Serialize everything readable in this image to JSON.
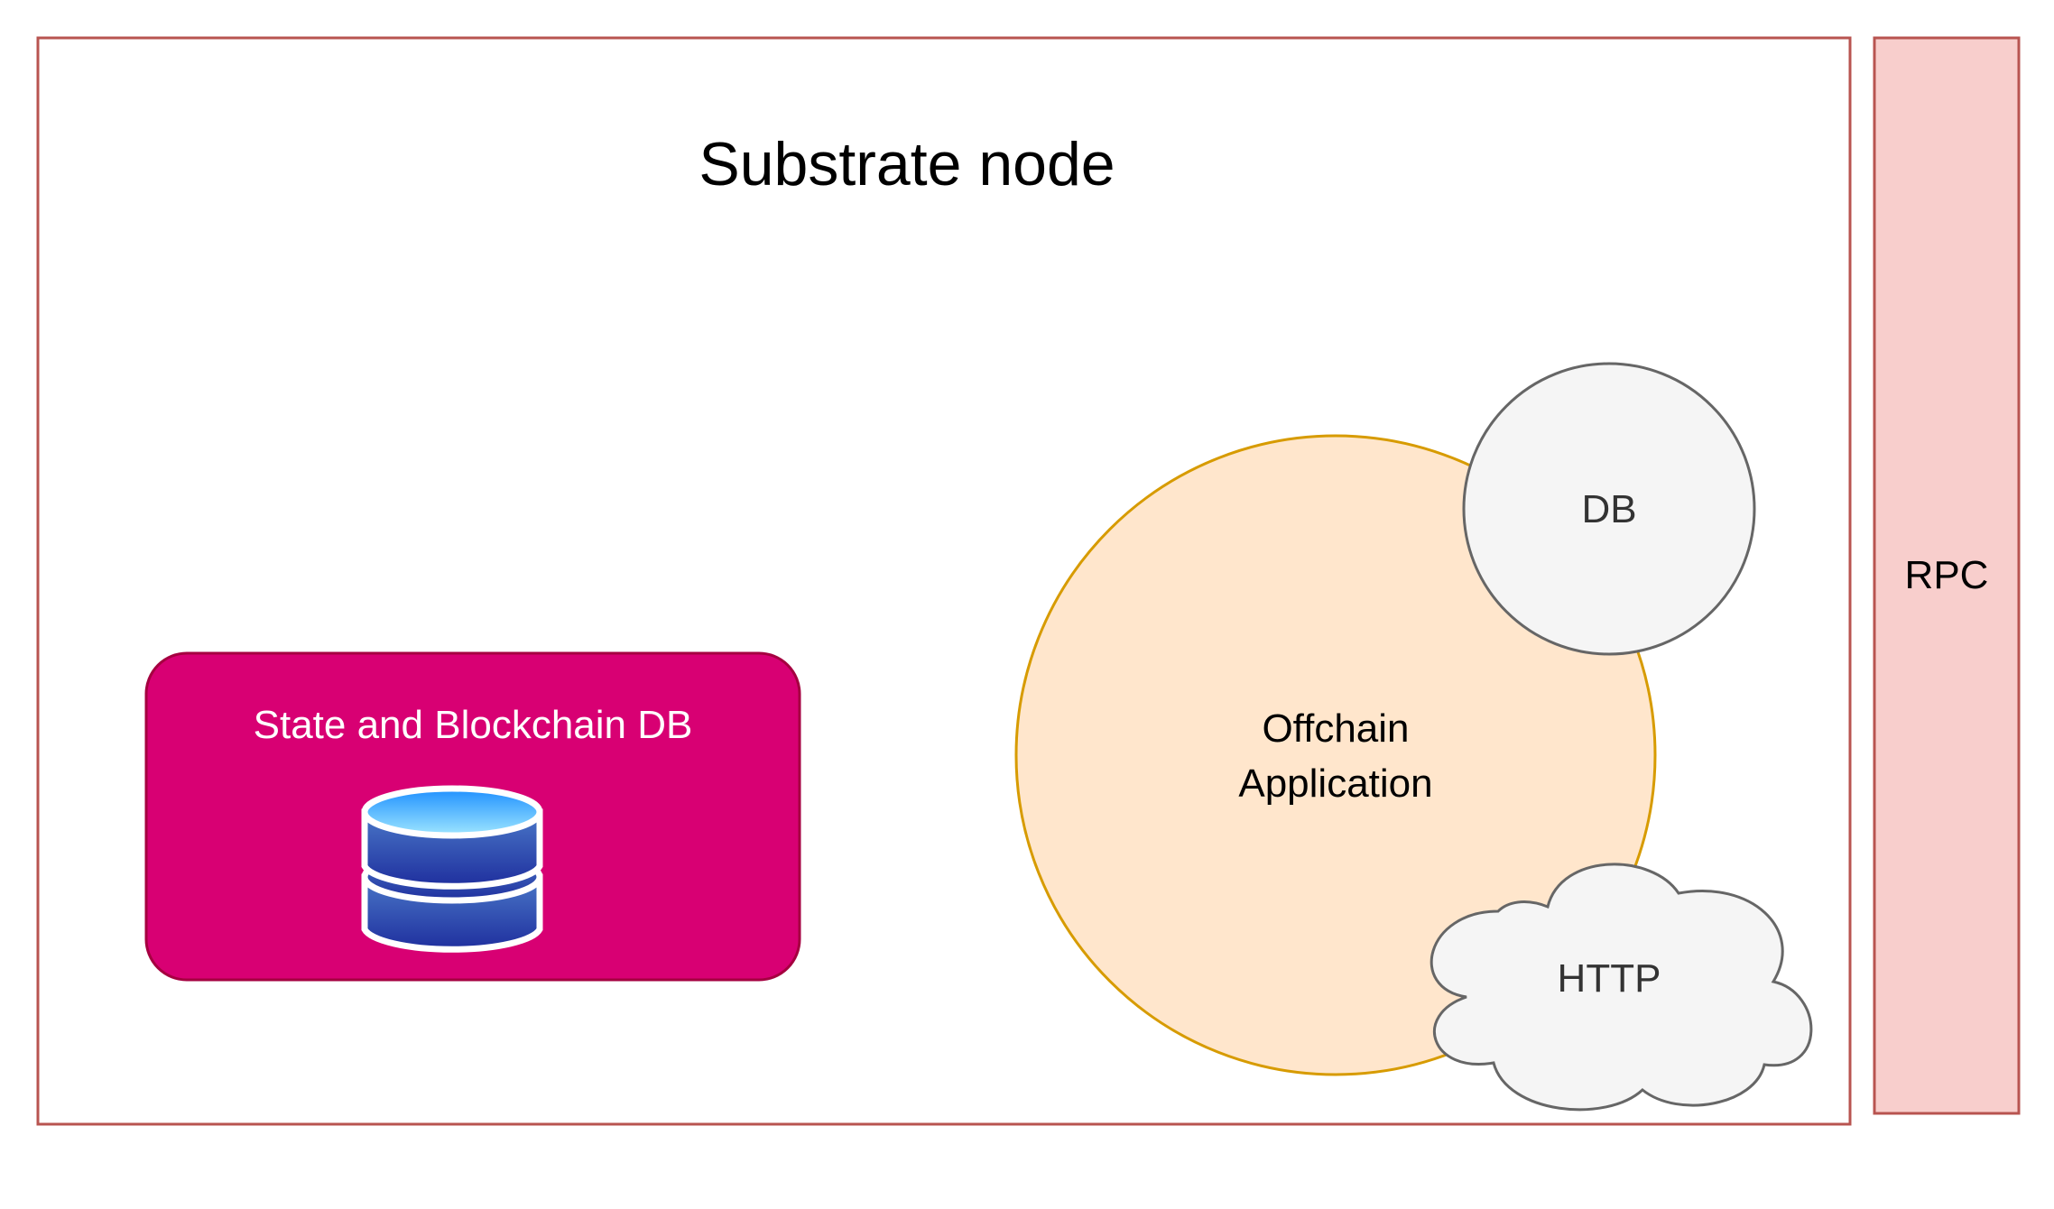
{
  "node": {
    "title": "Substrate node"
  },
  "rpc": {
    "label": "RPC"
  },
  "state_db": {
    "label": "State and Blockchain DB",
    "icon": "database-icon"
  },
  "offchain": {
    "line1": "Offchain",
    "line2": "Application"
  },
  "db_circle": {
    "label": "DB"
  },
  "http_cloud": {
    "label": "HTTP"
  },
  "colors": {
    "node_border": "#b85450",
    "rpc_fill": "#f8cecc",
    "state_db_fill": "#d80073",
    "state_db_border": "#a50040",
    "offchain_fill": "#ffe6cc",
    "offchain_border": "#d79b00",
    "grey_fill": "#f5f5f5",
    "grey_border": "#666666"
  }
}
